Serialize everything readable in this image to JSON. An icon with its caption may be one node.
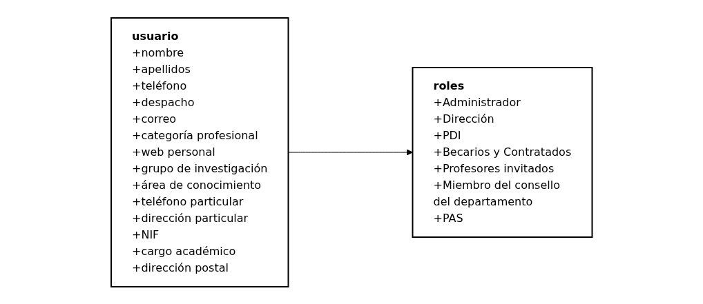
{
  "diagram": {
    "nodes": [
      {
        "text": [
          "usuario",
          "+nombre",
          "+apellidos",
          "+teléfono",
          "+despacho",
          "+correo",
          "+categoría profesional",
          "+web personal",
          "+grupo de investigación",
          "+área de conocimiento",
          "+teléfono particular",
          "+dirección particular",
          "+NIF",
          "+cargo académico",
          "+dirección postal"
        ]
      },
      {
        "text": [
          "roles",
          "+Administrador",
          "+Dirección",
          "+PDI",
          "+Becarios y Contratados",
          "+Profesores invitados",
          "+Miembro del consello del departamento",
          "+PAS"
        ]
      }
    ],
    "edges": [
      {
        "from": 0,
        "to": 1,
        "arrow": "to"
      }
    ]
  }
}
